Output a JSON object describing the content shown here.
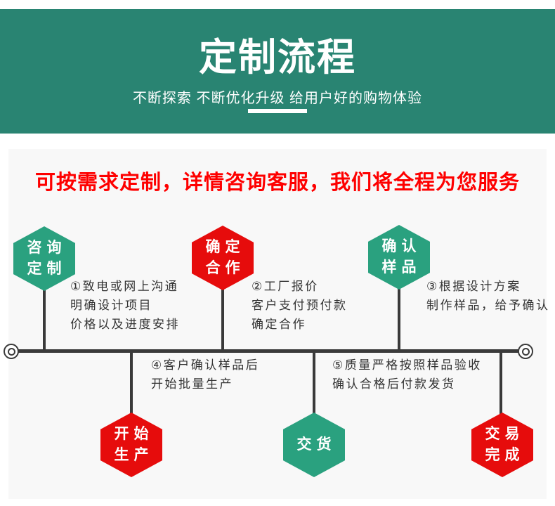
{
  "colors": {
    "banner_teal": "#298472",
    "hex_green": "#2aa17f",
    "hex_red": "#e60c0c",
    "headline_red": "#fe0000",
    "line_dark": "#3a3a3a",
    "card_bg": "#f8f8f8"
  },
  "header": {
    "title": "定制流程",
    "subtitle": "不断探索 不断优化升级 给用户好的购物体验"
  },
  "promo": {
    "headline": "可按需求定制，详情咨询客服，我们将全程为您服务"
  },
  "flow": {
    "top_nodes": [
      {
        "label": [
          "咨询",
          "定制"
        ],
        "color": "green"
      },
      {
        "label": [
          "确定",
          "合作"
        ],
        "color": "red"
      },
      {
        "label": [
          "确认",
          "样品"
        ],
        "color": "green"
      }
    ],
    "bottom_nodes": [
      {
        "label": [
          "开始",
          "生产"
        ],
        "color": "red"
      },
      {
        "label": [
          "交货"
        ],
        "color": "green"
      },
      {
        "label": [
          "交易",
          "完成"
        ],
        "color": "red"
      }
    ],
    "steps": [
      {
        "lines": [
          "①致电或网上沟通",
          "明确设计项目",
          "价格以及进度安排"
        ]
      },
      {
        "lines": [
          "②工厂报价",
          "客户支付预付款",
          "确定合作"
        ]
      },
      {
        "lines": [
          "③根据设计方案",
          "制作样品，给予确认"
        ]
      },
      {
        "lines": [
          "④客户确认样品后",
          "开始批量生产"
        ]
      },
      {
        "lines": [
          "⑤质量严格按照样品验收",
          "确认合格后付款发货"
        ]
      }
    ]
  }
}
